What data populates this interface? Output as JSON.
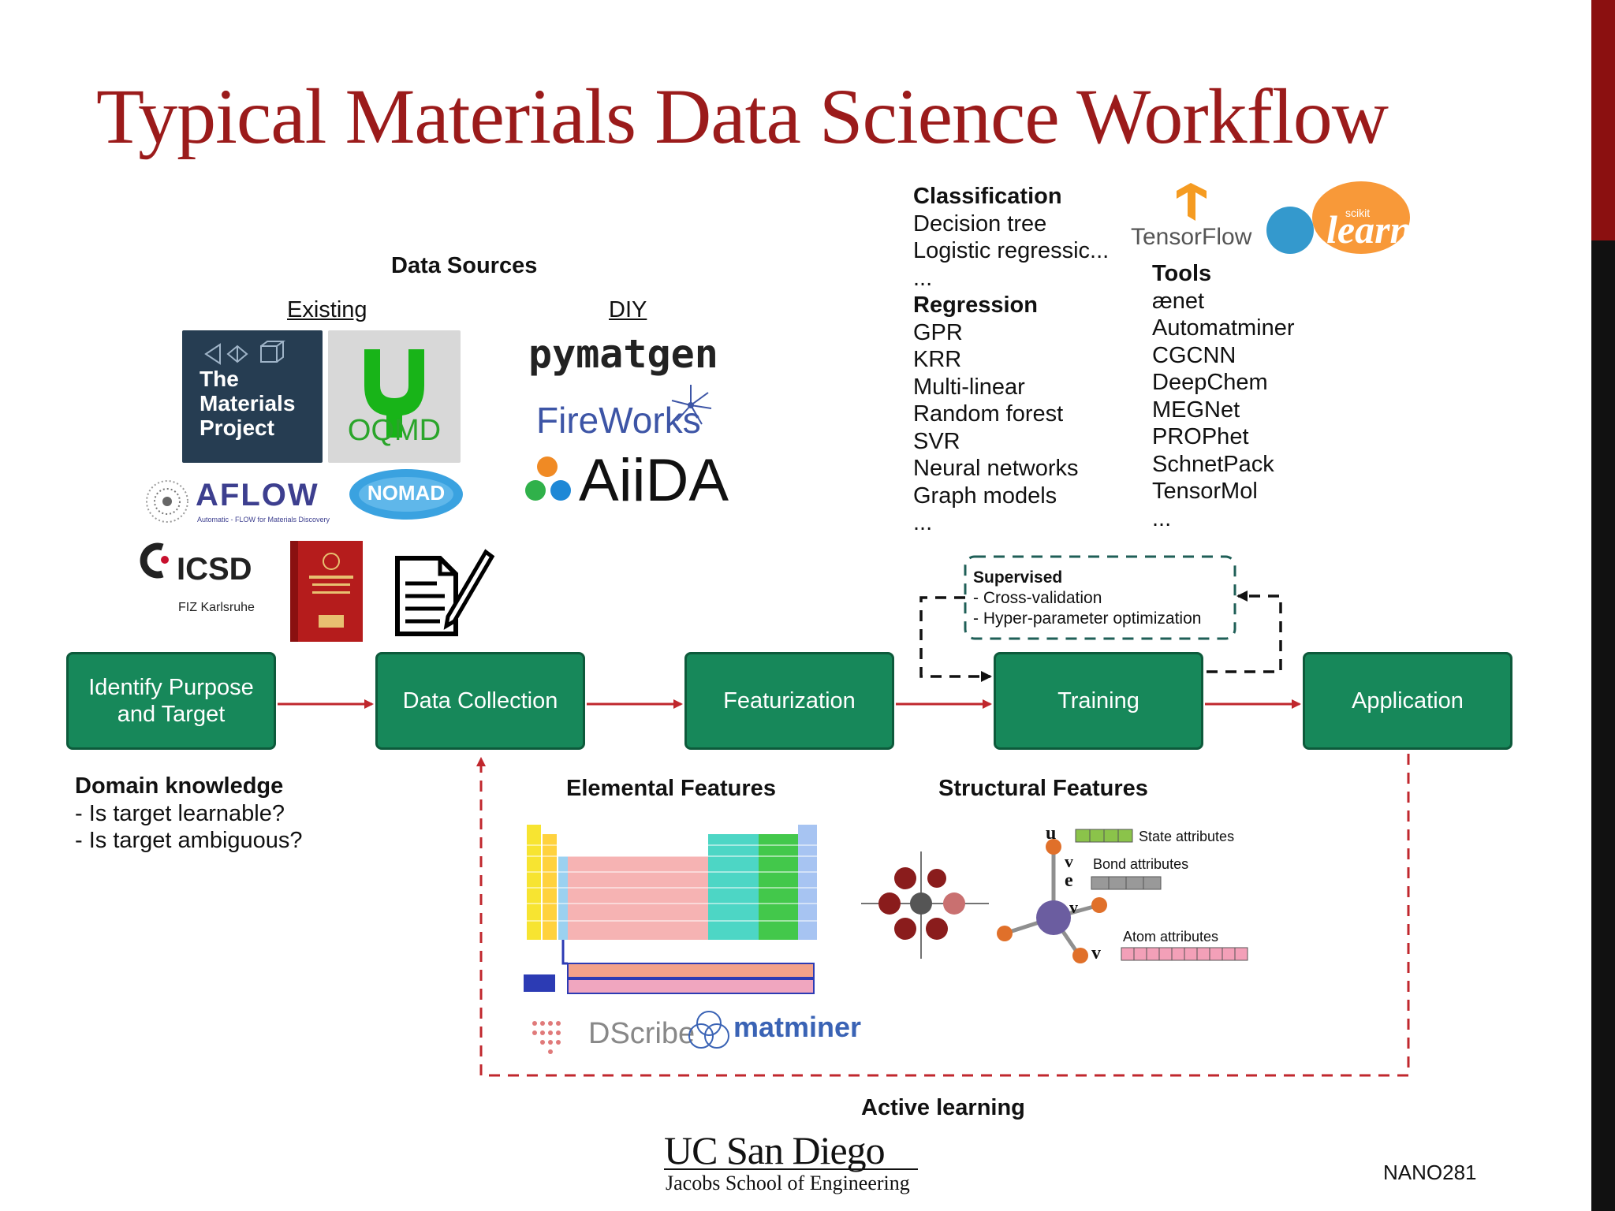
{
  "title": "Typical Materials Data Science Workflow",
  "workflow": {
    "steps": [
      "Identify Purpose and Target",
      "Data Collection",
      "Featurization",
      "Training",
      "Application"
    ],
    "feedback_label": "Active learning"
  },
  "data_sources": {
    "heading": "Data Sources",
    "existing_label": "Existing",
    "diy_label": "DIY",
    "logos": {
      "mp": "The Materials Project",
      "oqmd": "OQMD",
      "aflow": "AFLOW",
      "aflow_sub": "Automatic - FLOW for Materials Discovery",
      "nomad": "NOMAD",
      "icsd": "ICSD",
      "icsd_sub": "FIZ Karlsruhe",
      "pymatgen": "pymatgen",
      "fireworks": "FireWorks",
      "aiida": "AiiDA"
    }
  },
  "models": {
    "classification_heading": "Classification",
    "classification_items": [
      "Decision tree",
      "Logistic regressic...",
      "..."
    ],
    "regression_heading": "Regression",
    "regression_items": [
      "GPR",
      "KRR",
      "Multi-linear",
      "Random forest",
      "SVR",
      "Neural networks",
      "Graph models",
      "..."
    ]
  },
  "tools": {
    "heading": "Tools",
    "items": [
      "ænet",
      "Automatminer",
      "CGCNN",
      "DeepChem",
      "MEGNet",
      "PROPhet",
      "SchnetPack",
      "TensorMol",
      "..."
    ],
    "tensorflow_label": "TensorFlow",
    "sklearn_label": "learn",
    "sklearn_small": "scikit"
  },
  "supervised": {
    "heading": "Supervised",
    "items": [
      "- Cross-validation",
      "- Hyper-parameter optimization"
    ]
  },
  "domain": {
    "heading": "Domain knowledge",
    "items": [
      "- Is target learnable?",
      "- Is target ambiguous?"
    ]
  },
  "elemental": {
    "heading": "Elemental Features",
    "dscribe": "DScribe",
    "matminer": "matminer"
  },
  "structural": {
    "heading": "Structural Features",
    "state": "State attributes",
    "bond": "Bond attributes",
    "atom": "Atom attributes",
    "sym_u": "u",
    "sym_vsk": "v",
    "sym_ek": "e",
    "sym_vrk": "v",
    "sym_vi": "v"
  },
  "footer": {
    "university": "UC San Diego",
    "school": "Jacobs School of Engineering",
    "course": "NANO281"
  },
  "colors": {
    "title": "#9b1b1b",
    "box": "#17885a",
    "arrow": "#c0272d",
    "dashed_teal": "#1f5f57"
  }
}
